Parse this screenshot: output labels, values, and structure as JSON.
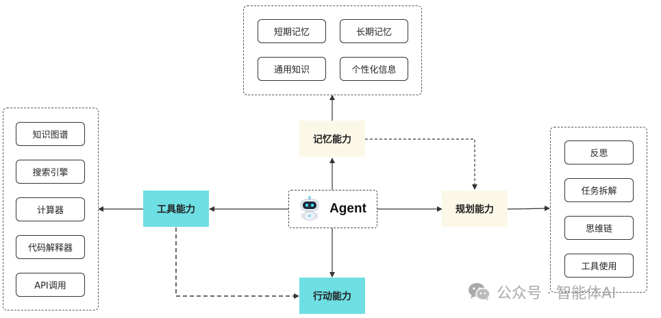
{
  "agent": {
    "label": "Agent",
    "icon": "robot-icon"
  },
  "memory_capability": {
    "label": "记忆能力",
    "color": "#fbf8e8"
  },
  "tool_capability": {
    "label": "工具能力",
    "color": "#6edfe3"
  },
  "planning_capability": {
    "label": "规划能力",
    "color": "#fbf8e8"
  },
  "action_capability": {
    "label": "行动能力",
    "color": "#6edfe3"
  },
  "memory_items": [
    "短期记忆",
    "长期记忆",
    "通用知识",
    "个性化信息"
  ],
  "tool_items": [
    "知识图谱",
    "搜索引擎",
    "计算器",
    "代码解释器",
    "API调用"
  ],
  "planning_items": [
    "反思",
    "任务拆解",
    "思维链",
    "工具使用"
  ],
  "watermark": {
    "text": "公众号 · 智能体AI",
    "icon": "wechat-icon"
  }
}
